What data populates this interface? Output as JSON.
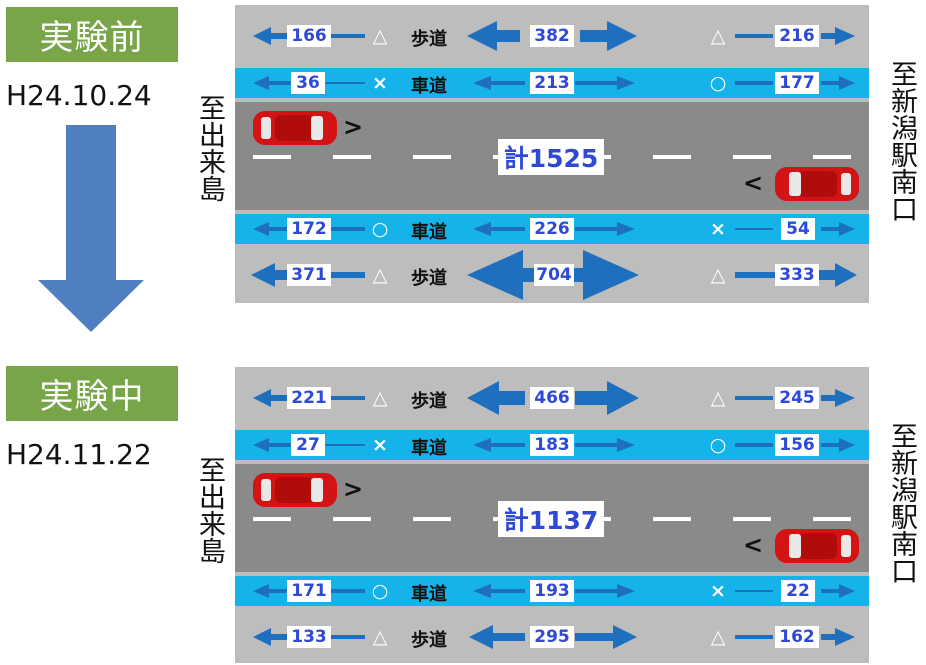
{
  "before": {
    "label": "実験前",
    "date": "H24.10.24",
    "total": "計1525",
    "side_left": "至出来島",
    "side_right": "至新潟駅南口",
    "rows": [
      {
        "left": "166",
        "left_mark": "△",
        "type": "歩道",
        "center": "382",
        "right_mark": "△",
        "right": "216"
      },
      {
        "left": "36",
        "left_mark": "×",
        "type": "車道",
        "center": "213",
        "right_mark": "○",
        "right": "177"
      },
      {
        "left": "172",
        "left_mark": "○",
        "type": "車道",
        "center": "226",
        "right_mark": "×",
        "right": "54"
      },
      {
        "left": "371",
        "left_mark": "△",
        "type": "歩道",
        "center": "704",
        "right_mark": "△",
        "right": "333"
      }
    ]
  },
  "during": {
    "label": "実験中",
    "date": "H24.11.22",
    "total": "計1137",
    "side_left": "至出来島",
    "side_right": "至新潟駅南口",
    "rows": [
      {
        "left": "221",
        "left_mark": "△",
        "type": "歩道",
        "center": "466",
        "right_mark": "△",
        "right": "245"
      },
      {
        "left": "27",
        "left_mark": "×",
        "type": "車道",
        "center": "183",
        "right_mark": "○",
        "right": "156"
      },
      {
        "left": "171",
        "left_mark": "○",
        "type": "車道",
        "center": "193",
        "right_mark": "×",
        "right": "22"
      },
      {
        "left": "133",
        "left_mark": "△",
        "type": "歩道",
        "center": "295",
        "right_mark": "△",
        "right": "162"
      }
    ]
  },
  "car_direction_glyphs": {
    "east": ">",
    "west": "<"
  },
  "colors": {
    "label_green": "#77a548",
    "lane_blue": "#15b3ea",
    "arrow_blue": "#1f6fbf",
    "number_blue": "#2e49d6",
    "transition_arrow": "#4f7fc0"
  }
}
